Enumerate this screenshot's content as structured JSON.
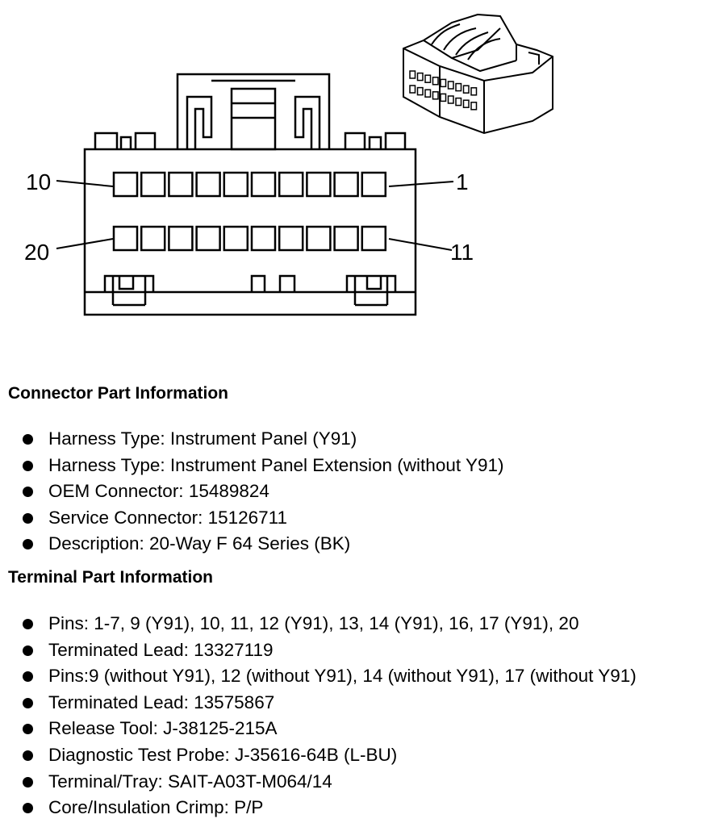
{
  "diagram": {
    "pin_labels": {
      "top_left": "10",
      "top_right": "1",
      "bottom_left": "20",
      "bottom_right": "11"
    }
  },
  "connector_info": {
    "title": "Connector Part Information",
    "items": [
      "Harness Type: Instrument Panel (Y91)",
      "Harness Type: Instrument Panel Extension (without Y91)",
      "OEM Connector: 15489824",
      "Service Connector: 15126711",
      "Description: 20-Way F 64 Series (BK)"
    ]
  },
  "terminal_info": {
    "title": "Terminal Part Information",
    "items": [
      "Pins: 1-7, 9 (Y91), 10, 11, 12 (Y91), 13, 14 (Y91), 16, 17 (Y91), 20",
      "Terminated Lead: 13327119",
      "Pins:9 (without Y91), 12 (without Y91), 14 (without Y91), 17 (without Y91)",
      "Terminated Lead: 13575867",
      "Release Tool: J-38125-215A",
      "Diagnostic Test Probe: J-35616-64B (L-BU)",
      "Terminal/Tray: SAIT-A03T-M064/14",
      "Core/Insulation Crimp: P/P"
    ]
  }
}
